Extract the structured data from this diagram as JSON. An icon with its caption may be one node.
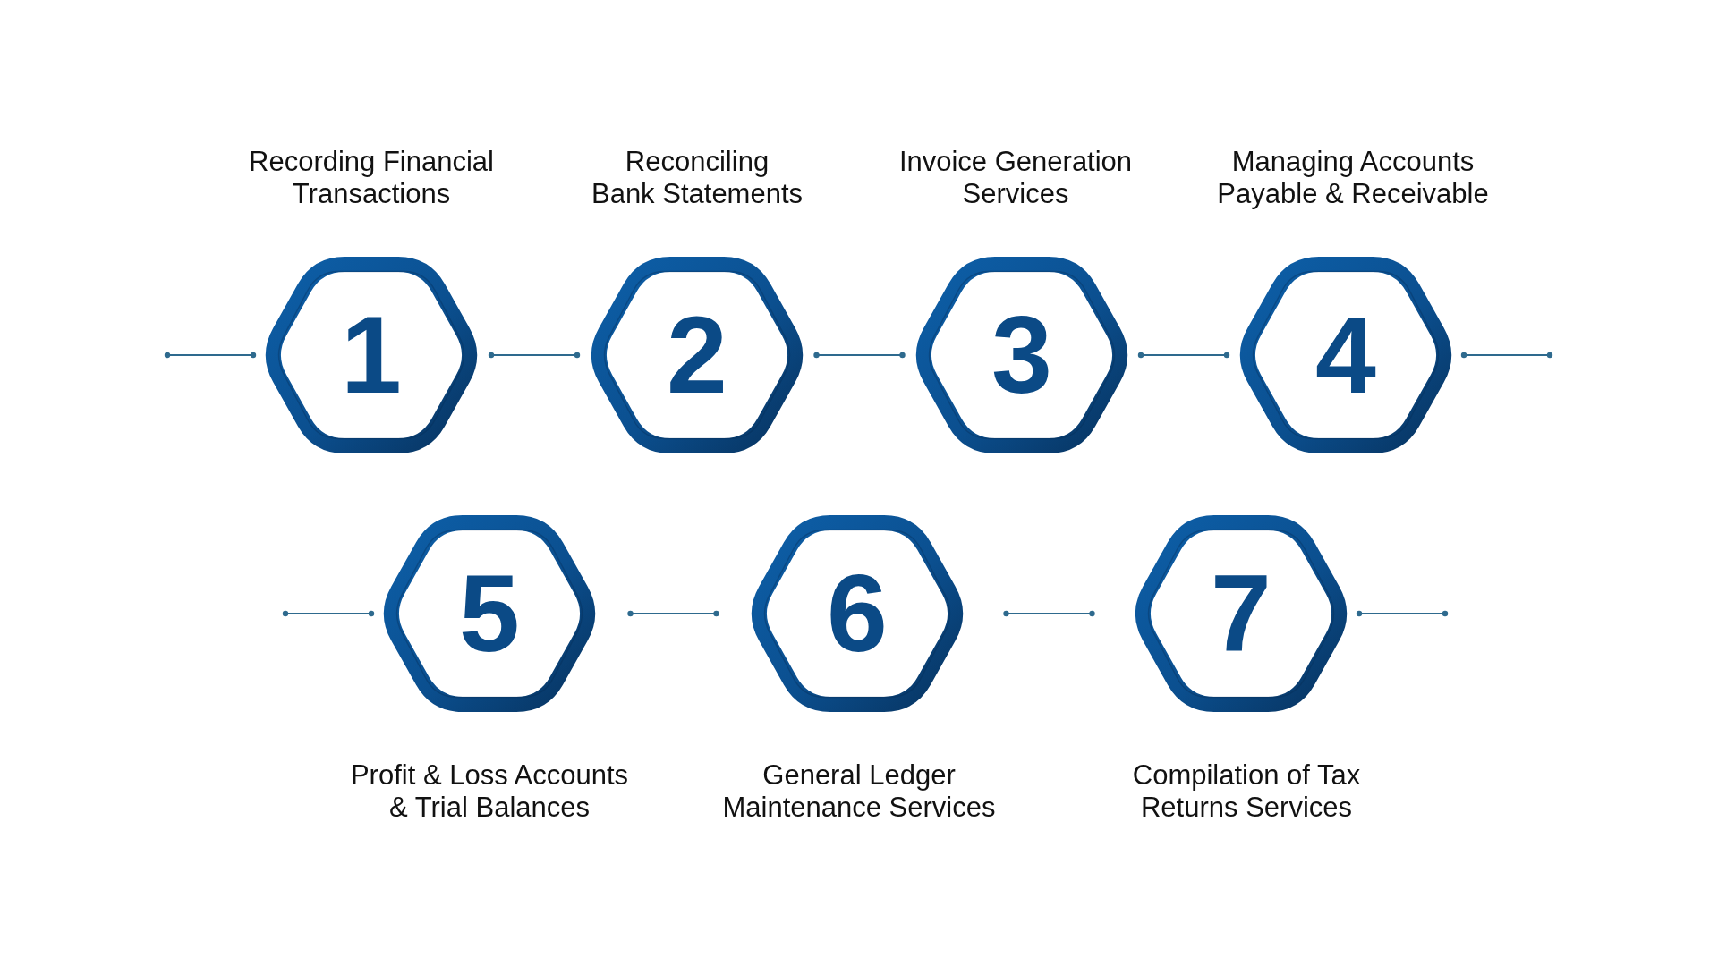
{
  "diagram": {
    "nodes": [
      {
        "text": [
          "1"
        ],
        "beside": [
          "Recording Financial Transactions"
        ]
      },
      {
        "text": [
          "2"
        ],
        "beside": [
          "Reconciling Bank Statements"
        ]
      },
      {
        "text": [
          "3"
        ],
        "beside": [
          "Invoice Generation Services"
        ]
      },
      {
        "text": [
          "4"
        ],
        "beside": [
          "Managing Accounts Payable & Receivable"
        ]
      },
      {
        "text": [
          "5"
        ],
        "beside": [
          "Profit & Loss Accounts & Trial Balances"
        ]
      },
      {
        "text": [
          "6"
        ],
        "beside": [
          "General Ledger Maintenance Services"
        ]
      },
      {
        "text": [
          "7"
        ],
        "beside": [
          "Compilation of Tax Returns Services"
        ]
      }
    ],
    "edges": [
      {
        "from": null,
        "to": 0,
        "arrow": "other"
      },
      {
        "from": 0,
        "to": 1,
        "arrow": "other"
      },
      {
        "from": 1,
        "to": 2,
        "arrow": "other"
      },
      {
        "from": 2,
        "to": 3,
        "arrow": "other"
      },
      {
        "from": 3,
        "to": null,
        "arrow": "other"
      },
      {
        "from": null,
        "to": 4,
        "arrow": "other"
      },
      {
        "from": 4,
        "to": 5,
        "arrow": "other"
      },
      {
        "from": 5,
        "to": 6,
        "arrow": "other"
      },
      {
        "from": 6,
        "to": null,
        "arrow": "other"
      }
    ]
  }
}
